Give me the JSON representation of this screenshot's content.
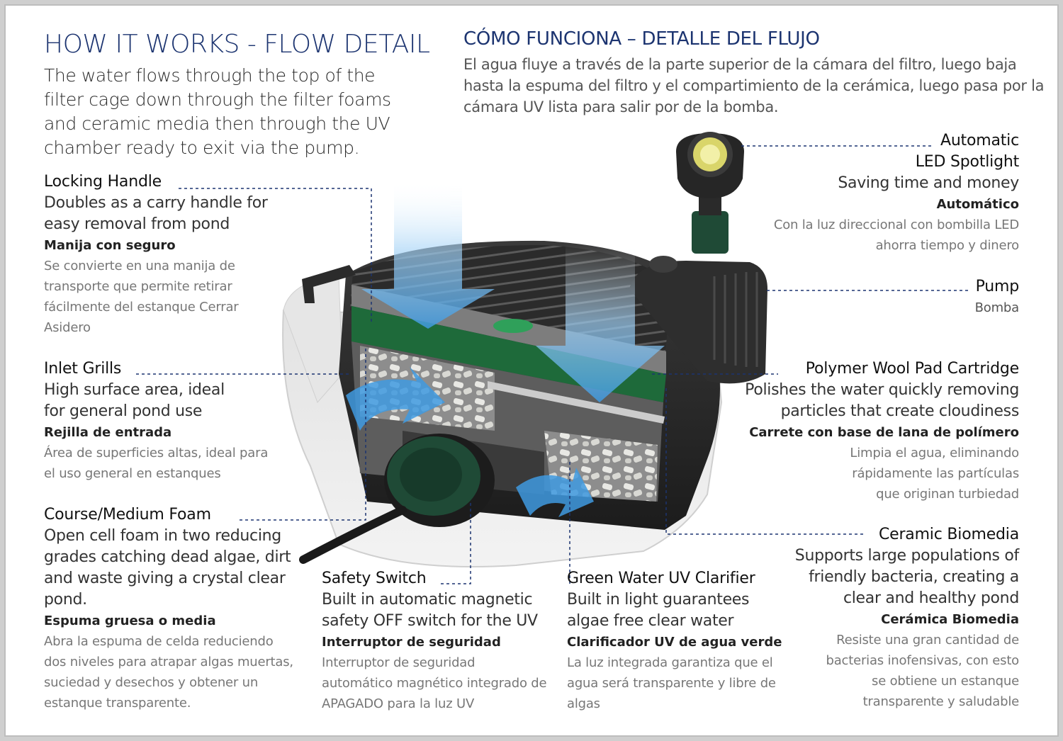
{
  "header": {
    "title_en": "HOW IT WORKS - FLOW DETAIL",
    "intro_en": "The water flows through the top of the filter cage down through the filter foams and ceramic media then through the UV chamber ready to exit via the pump.",
    "title_es": "CÓMO FUNCIONA – DETALLE DEL FLUJO",
    "intro_es": "El agua fluye a través de la parte superior de la cámara del filtro, luego baja hasta la espuma del filtro y el compartimiento de la cerámica, luego pasa por la cámara UV lista para salir por de la bomba."
  },
  "labels": {
    "locking_handle": {
      "title": "Locking Handle",
      "desc": "Doubles as a carry handle for easy removal from pond",
      "es_title": "Manija con seguro",
      "es_desc": "Se convierte en una manija de transporte que permite retirar fácilmente del estanque Cerrar Asidero"
    },
    "inlet_grills": {
      "title": "Inlet Grills",
      "desc": "High surface area, ideal for general pond use",
      "es_title": "Rejilla de entrada",
      "es_desc": "Área de superficies altas, ideal para el uso general en estanques"
    },
    "course_foam": {
      "title": "Course/Medium Foam",
      "desc": "Open cell foam in two reducing grades catching dead algae, dirt and waste giving a crystal clear pond.",
      "es_title": "Espuma gruesa o media",
      "es_desc": "Abra la espuma de celda reduciendo dos niveles para atrapar algas muertas, suciedad y desechos y obtener un estanque transparente."
    },
    "safety_switch": {
      "title": "Safety Switch",
      "desc": "Built in automatic magnetic safety OFF switch for the UV",
      "es_title": "Interruptor de seguridad",
      "es_desc": "Interruptor de seguridad automático magnético integrado de APAGADO para la luz UV"
    },
    "uv_clarifier": {
      "title": "Green Water UV Clarifier",
      "desc": "Built in light guarantees algae free clear water",
      "es_title": "Clarificador UV de agua verde",
      "es_desc": "La luz integrada garantiza que el agua será transparente y libre de algas"
    },
    "spotlight": {
      "title_line1": "Automatic",
      "title_line2": "LED Spotlight",
      "desc": "Saving time and money",
      "es_title": "Automático",
      "es_desc": "Con la luz direccional con bombilla LED ahorra tiempo y dinero"
    },
    "pump": {
      "title": "Pump",
      "es_title": "Bomba"
    },
    "wool_pad": {
      "title": "Polymer Wool Pad Cartridge",
      "desc": "Polishes the water quickly removing particles that create cloudiness",
      "es_title": "Carrete con base de lana de polímero",
      "es_desc": "Limpia el agua, eliminando rápidamente las partículas que originan turbiedad"
    },
    "biomedia": {
      "title": "Ceramic Biomedia",
      "desc": "Supports large populations of friendly bacteria, creating a clear and healthy pond",
      "es_title": "Cerámica Biomedia",
      "es_desc": "Resiste una gran cantidad de bacterias inofensivas, con esto se obtiene un estanque transparente y saludable"
    }
  },
  "colors": {
    "title_blue": "#1c3470",
    "flow_blue": "#4aa3e6",
    "foam_green": "#1e6a3a",
    "housing": "#2c2c2c",
    "leader_line": "#1c3470"
  }
}
